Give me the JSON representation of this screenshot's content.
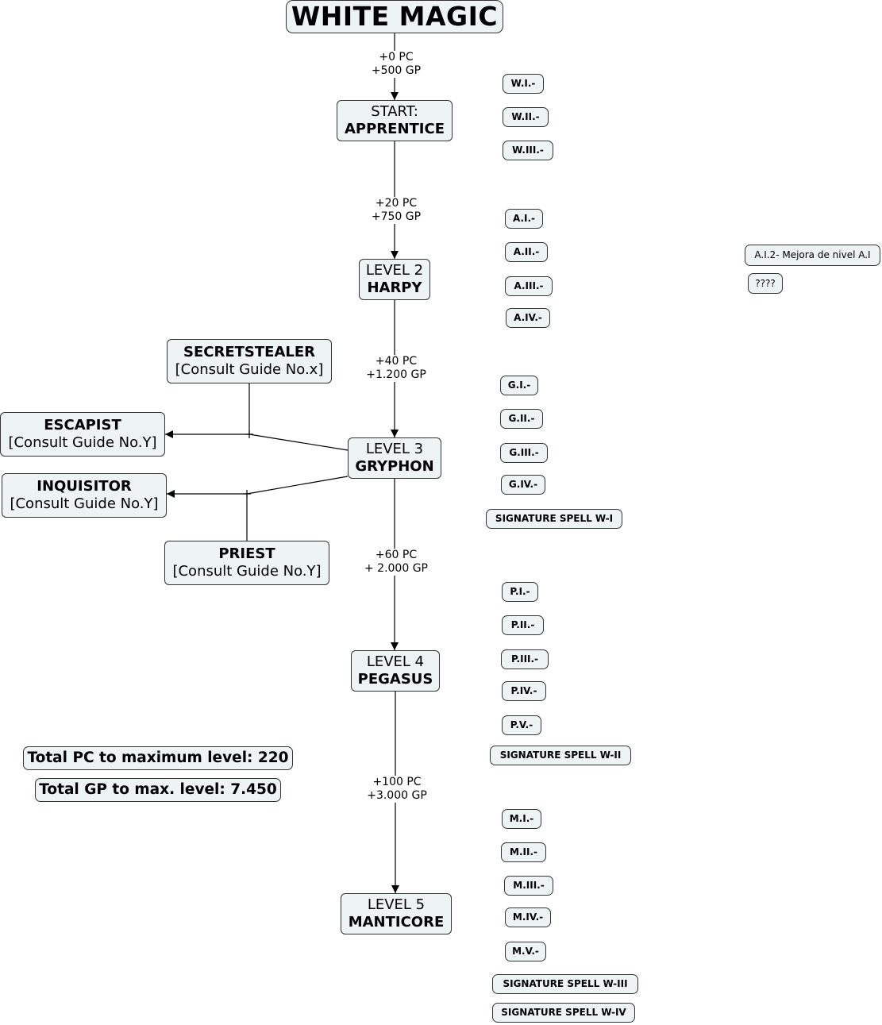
{
  "title": "WHITE MAGIC",
  "levels": [
    {
      "line1": "START:",
      "line2": "APPRENTICE"
    },
    {
      "line1": "LEVEL 2",
      "line2": "HARPY"
    },
    {
      "line1": "LEVEL 3",
      "line2": "GRYPHON"
    },
    {
      "line1": "LEVEL 4",
      "line2": "PEGASUS"
    },
    {
      "line1": "LEVEL 5",
      "line2": "MANTICORE"
    }
  ],
  "costs": [
    {
      "pc": "+0 PC",
      "gp": "+500 GP"
    },
    {
      "pc": "+20 PC",
      "gp": "+750 GP"
    },
    {
      "pc": "+40 PC",
      "gp": "+1.200 GP"
    },
    {
      "pc": "+60 PC",
      "gp": "+ 2.000 GP"
    },
    {
      "pc": "+100 PC",
      "gp": "+3.000 GP"
    }
  ],
  "specializations": [
    {
      "name": "SECRETSTEALER",
      "note": "[Consult Guide No.x]"
    },
    {
      "name": "ESCAPIST",
      "note": "[Consult Guide No.Y]"
    },
    {
      "name": "INQUISITOR",
      "note": "[Consult Guide No.Y]"
    },
    {
      "name": "PRIEST",
      "note": "[Consult Guide No.Y]"
    }
  ],
  "spells": {
    "white": [
      "W.I.-",
      "W.II.-",
      "W.III.-"
    ],
    "apprentice": [
      "A.I.-",
      "A.II.-",
      "A.III.-",
      "A.IV.-"
    ],
    "apprentice_extra": [
      "A.I.2- Mejora de nivel A.I",
      "????"
    ],
    "gryphon": [
      "G.I.-",
      "G.II.-",
      "G.III.-",
      "G.IV.-",
      "SIGNATURE SPELL W-I"
    ],
    "pegasus": [
      "P.I.-",
      "P.II.-",
      "P.III.-",
      "P.IV.-",
      "P.V.-",
      "SIGNATURE SPELL W-II"
    ],
    "manticore": [
      "M.I.-",
      "M.II.-",
      "M.III.-",
      "M.IV.-",
      "M.V.-",
      "SIGNATURE SPELL W-III",
      "SIGNATURE SPELL W-IV"
    ]
  },
  "totals": {
    "pc": "Total PC to maximum level: 220",
    "gp": "Total GP to max. level: 7.450"
  },
  "colors": {
    "node_fill": "#eef3f4",
    "node_border": "#333333",
    "line": "#000000"
  }
}
